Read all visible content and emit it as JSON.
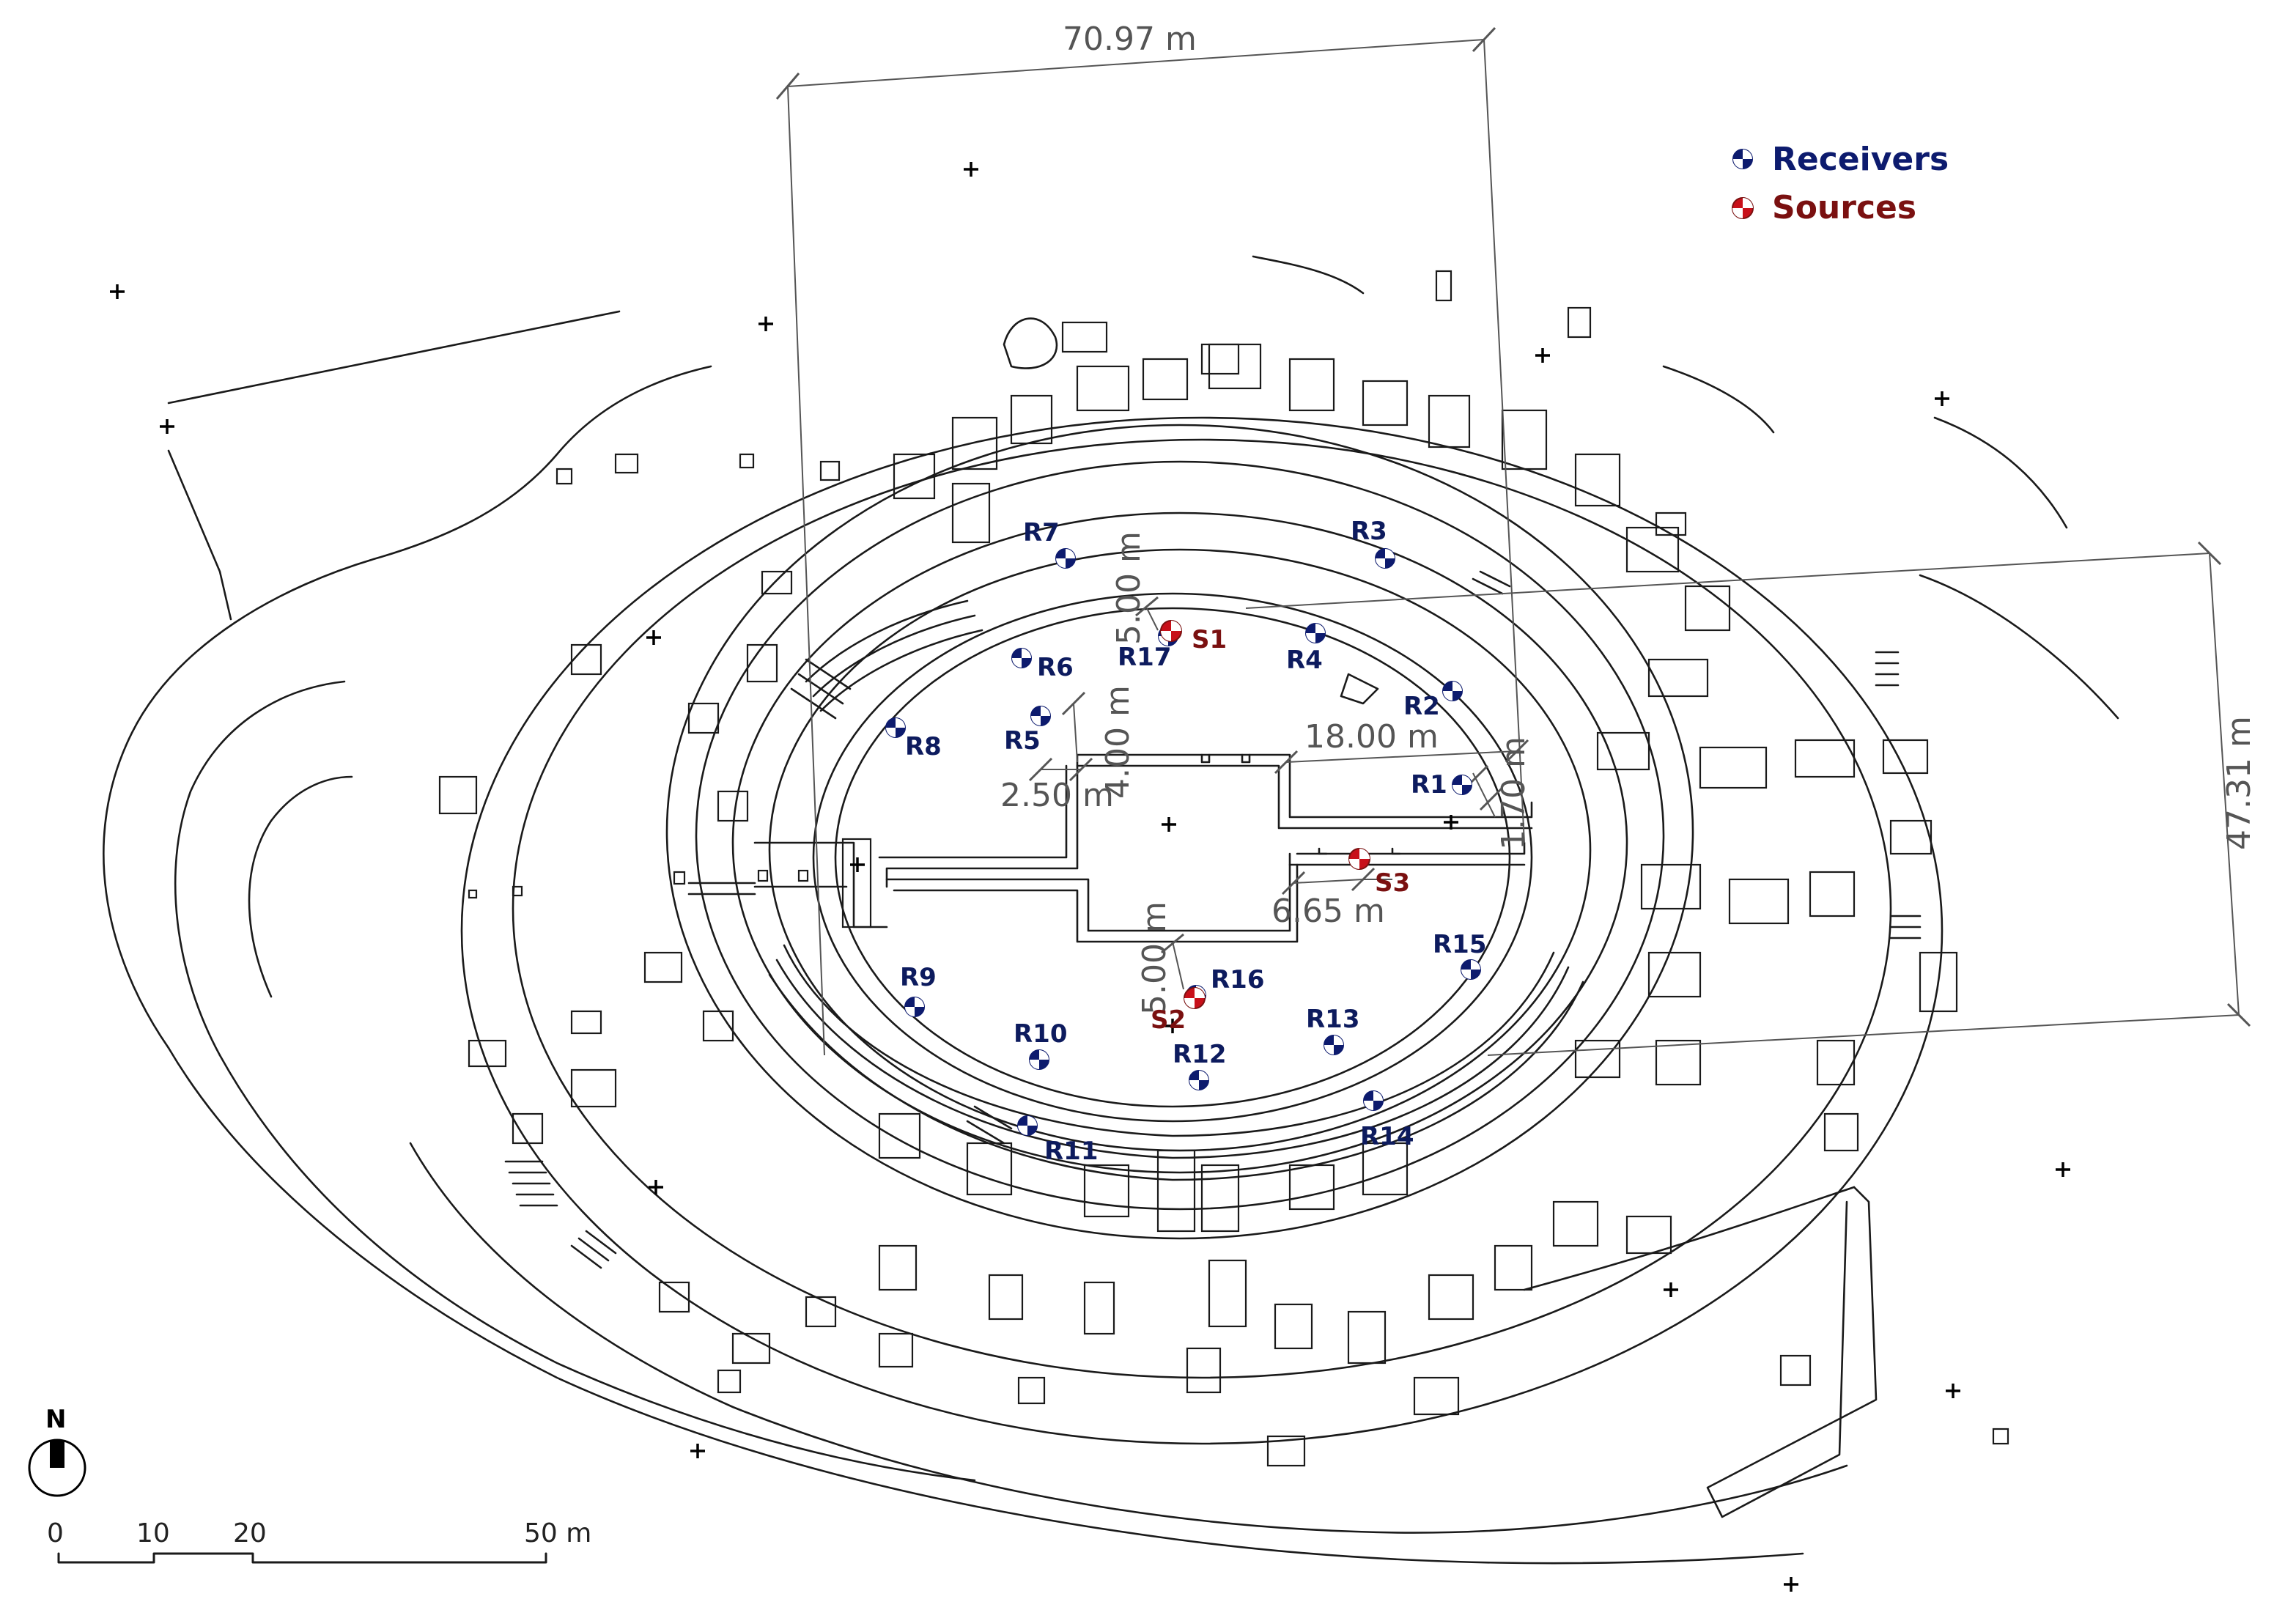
{
  "legend": {
    "receivers_label": "Receivers",
    "sources_label": "Sources",
    "receiver_color": "#0d1b6e",
    "source_color": "#c8101a"
  },
  "dimensions": {
    "width_label": "70.97 m",
    "height_label": "47.31 m",
    "d_18": "18.00 m",
    "d_665": "6.65 m",
    "d_250": "2.50 m",
    "d_400": "4.00 m",
    "d_170": "1.70 m",
    "d_500_top": "5.00 m",
    "d_500_bottom": "5.00 m"
  },
  "receivers": [
    {
      "label": "R1"
    },
    {
      "label": "R2"
    },
    {
      "label": "R3"
    },
    {
      "label": "R4"
    },
    {
      "label": "R5"
    },
    {
      "label": "R6"
    },
    {
      "label": "R7"
    },
    {
      "label": "R8"
    },
    {
      "label": "R9"
    },
    {
      "label": "R10"
    },
    {
      "label": "R11"
    },
    {
      "label": "R12"
    },
    {
      "label": "R13"
    },
    {
      "label": "R14"
    },
    {
      "label": "R15"
    },
    {
      "label": "R16"
    },
    {
      "label": "R17"
    }
  ],
  "sources": [
    {
      "label": "S1"
    },
    {
      "label": "S2"
    },
    {
      "label": "S3"
    }
  ],
  "north_arrow": {
    "label": "N"
  },
  "scale_bar": {
    "ticks": [
      "0",
      "10",
      "20",
      "50 m"
    ]
  }
}
